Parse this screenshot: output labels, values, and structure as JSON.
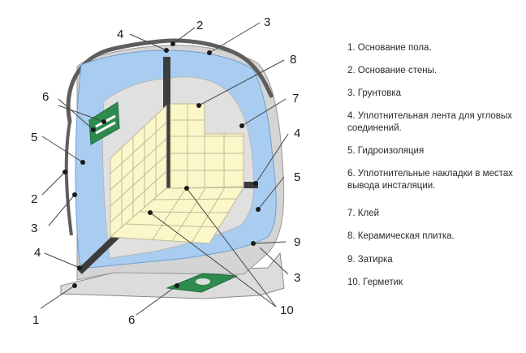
{
  "legend": {
    "items": [
      "1. Основание пола.",
      "2. Основание стены.",
      "3. Грунтовка",
      "4. Уплотнительная лента для угловых соединений.",
      "5. Гидроизоляция",
      "6. Уплотнительные накладки в местах вывода инсталяции.",
      "7. Клей",
      "8. Керамическая плитка.",
      "9. Затирка",
      "10. Герметик"
    ]
  },
  "callouts": {
    "left_6": "6",
    "left_5": "5",
    "left_2": "2",
    "left_3": "3",
    "left_4": "4",
    "left_1": "1",
    "top_4": "4",
    "top_2": "2",
    "top_3": "3",
    "bottom_6": "6",
    "bottom_10": "10",
    "right_8": "8",
    "right_7": "7",
    "right_4": "4",
    "right_5": "5",
    "right_9": "9",
    "right_3": "3"
  },
  "colors": {
    "waterproofing": "#a9cdf0",
    "primer": "#5e5e5e",
    "adhesive": "#e0e0e0",
    "tile": "#fcf7c8",
    "grout": "#bdbc96",
    "tape": "#3d3d3d",
    "seal_patch": "#2e8b4e",
    "floor_base": "#dcdcdc"
  }
}
